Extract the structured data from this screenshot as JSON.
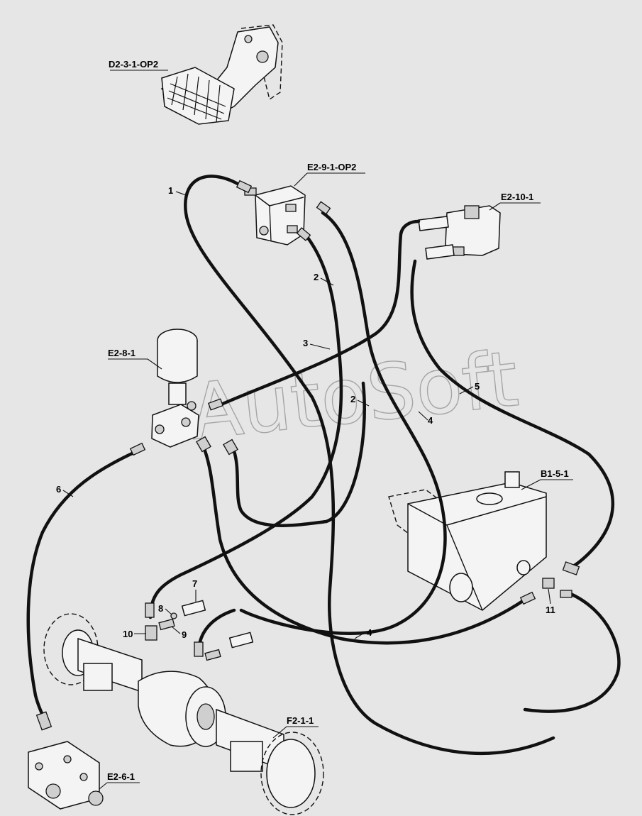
{
  "callouts": {
    "pedal": "D2-3-1-OP2",
    "valve_top": "E2-9-1-OP2",
    "valve_right": "E2-10-1",
    "accumulator": "E2-8-1",
    "tank": "B1-5-1",
    "axle": "F2-1-1",
    "manifold": "E2-6-1"
  },
  "item_numbers": {
    "n1": "1",
    "n2a": "2",
    "n2b": "2",
    "n3": "3",
    "n4a": "4",
    "n4b": "4",
    "n5": "5",
    "n6": "6",
    "n7": "7",
    "n8": "8",
    "n9": "9",
    "n10": "10",
    "n11": "11"
  },
  "watermark": "AutoSoft",
  "colors": {
    "background": "#e6e6e6",
    "line": "#111111",
    "watermark": "#9a9a9a"
  }
}
